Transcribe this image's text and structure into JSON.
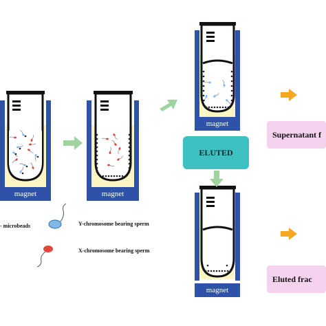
{
  "diagram": {
    "magnet_label": "magnet",
    "eluted_label": "ELUTED",
    "supernatant_label": "Supernatant f",
    "eluted_fraction_label": "Eluted frac",
    "legend": {
      "microbeads_label": "- microbeads",
      "y_sperm_label": "Y-chromosome bearing sperm",
      "x_sperm_label": "X-chromosome bearing sperm"
    },
    "colors": {
      "magnet": "#2e52a8",
      "liquid": "#fdf6c4",
      "arrow_green": "#9fd4a0",
      "arrow_orange": "#f5a623",
      "eluted_box": "#3cc0c2",
      "fraction_box": "#f5d3ee",
      "x_sperm": "#e0483f",
      "y_sperm": "#7db8e8"
    }
  }
}
